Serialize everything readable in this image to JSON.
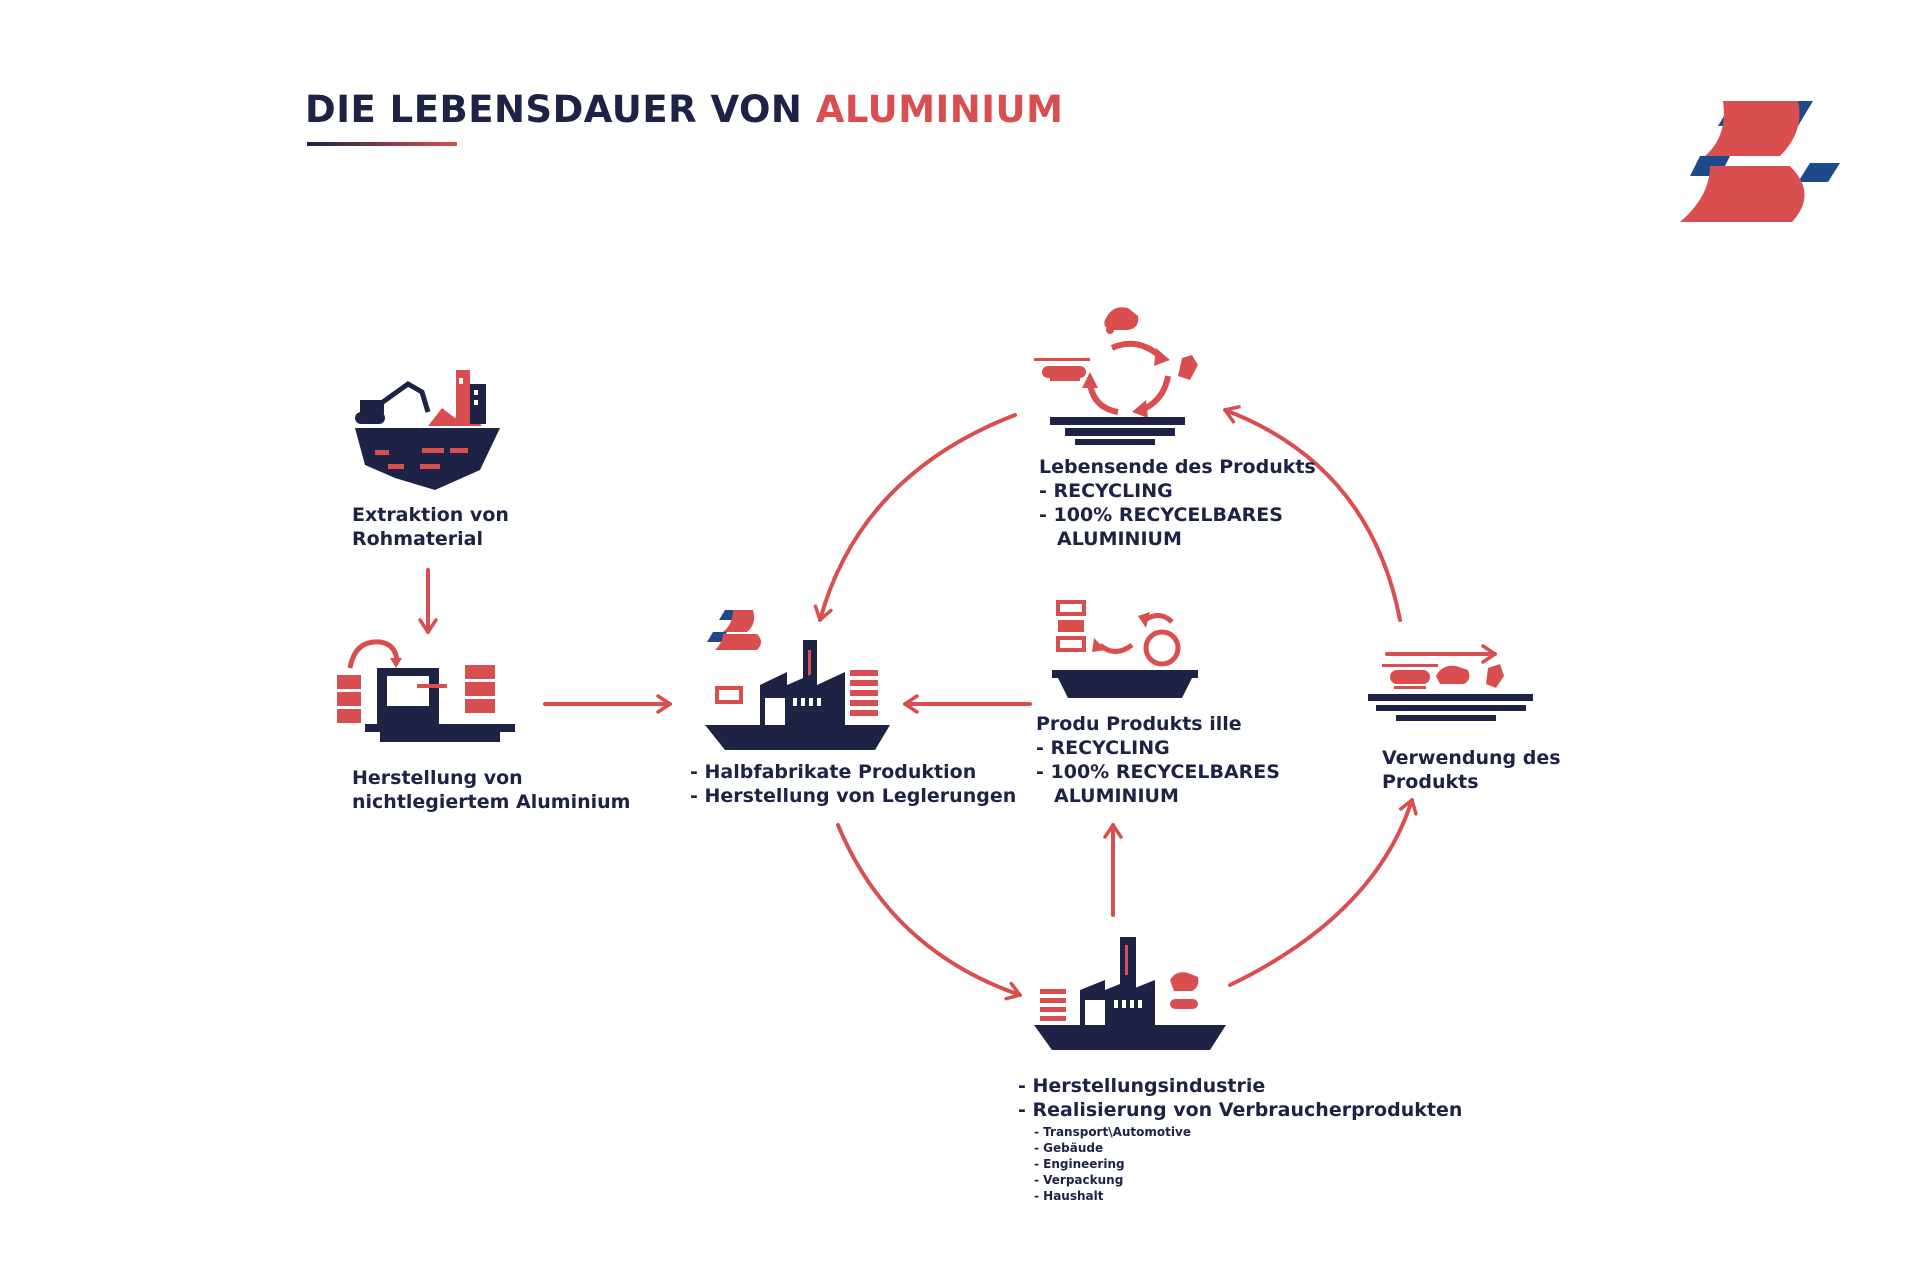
{
  "title": {
    "main": "DIE LEBENSDAUER VON",
    "accent": "ALUMINIUM"
  },
  "colors": {
    "navy": "#1e2346",
    "red": "#d94f4f",
    "blue": "#1e4a8c"
  },
  "nodes": {
    "extraction": {
      "line1": "Extraktion von",
      "line2": "Rohmaterial"
    },
    "unalloyed": {
      "line1": "Herstellung von",
      "line2": "nichtlegiertem Aluminium"
    },
    "semifinished": {
      "line1": "- Halbfabrikate Produktion",
      "line2": "- Herstellung von Leglerungen"
    },
    "end_of_life": {
      "line1": "Lebensende des Produkts",
      "line2": "- RECYCLING",
      "line3": "- 100% RECYCELBARES",
      "line4": "ALUMINIUM"
    },
    "production_scrap": {
      "line1": "Produ Produkts ille",
      "line2": "- RECYCLING",
      "line3": "- 100% RECYCELBARES",
      "line4": "ALUMINIUM"
    },
    "use": {
      "line1": "Verwendung des",
      "line2": "Produkts"
    },
    "manufacturing": {
      "line1": "- Herstellungsindustrie",
      "line2": "- Realisierung von Verbraucherprodukten",
      "sectors": [
        "- Transport\\Automotive",
        "- Gebäude",
        "- Engineering",
        "- Verpackung",
        "- Haushalt"
      ]
    }
  },
  "icons": {
    "logo": "aluminium-logo-icon",
    "extraction": "mine-excavator-icon",
    "unalloyed": "smelter-icon",
    "semifinished": "factory-icon",
    "end_of_life": "recycling-cycle-icon",
    "production_scrap": "scrap-recycling-icon",
    "use": "vehicles-icon",
    "manufacturing": "manufacturing-plant-icon"
  }
}
